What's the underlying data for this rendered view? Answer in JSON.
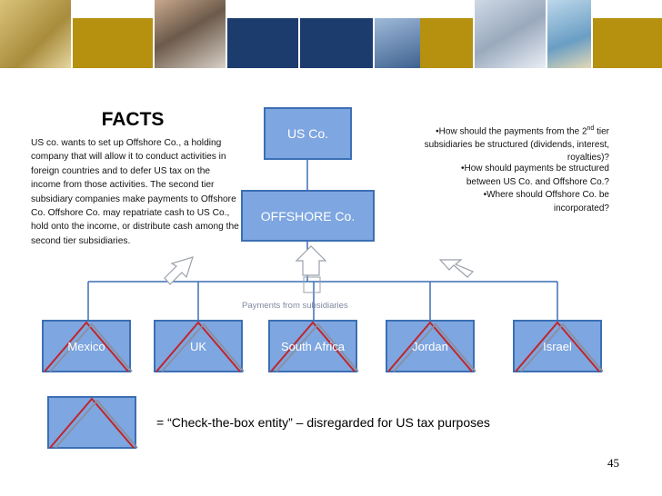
{
  "facts": {
    "title": "FACTS",
    "body": "US co. wants to set up Offshore Co., a holding company that will allow it to conduct activities in foreign countries and to defer US tax on the income from those activities.  The second tier subsidiary companies make payments to Offshore Co. Offshore Co. may repatriate cash to US Co., hold onto the income, or distribute cash among the second tier subsidiaries."
  },
  "entities": {
    "parent": "US Co.",
    "holding": "OFFSHORE Co."
  },
  "subsidiaries": [
    "Mexico",
    "UK",
    "South Africa",
    "Jordan",
    "Israel"
  ],
  "payments_label": "Payments from subsidiaries",
  "questions": {
    "q1_part1": "•How should the payments from the 2",
    "q1_sup": "nd",
    "q1_part2": " tier subsidiaries be structured (dividends, interest, royalties)?",
    "q2": "•How should payments be structured between US Co. and Offshore Co.?",
    "q3": "•Where should Offshore Co. be incorporated?"
  },
  "legend": "= “Check-the-box entity” – disregarded for US tax purposes",
  "page_number": "45",
  "colors": {
    "box_fill": "#7ea6e0",
    "box_border": "#3c6fb4",
    "cross_red": "#c0262a",
    "cross_gray": "#8a8fa0",
    "banner_gold": "#b6900f",
    "banner_navy": "#1d3c6e"
  }
}
